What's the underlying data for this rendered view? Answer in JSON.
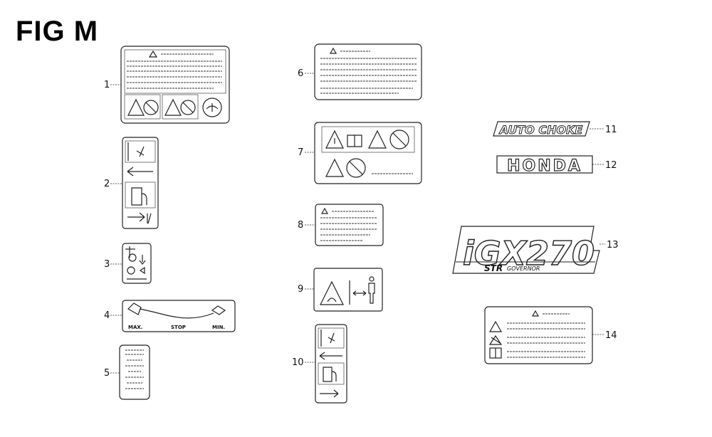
{
  "figure": {
    "title": "FIG M"
  },
  "callouts": [
    "1",
    "2",
    "3",
    "4",
    "5",
    "6",
    "7",
    "8",
    "9",
    "10",
    "11",
    "12",
    "13",
    "14"
  ],
  "decals": {
    "auto_choke": "AUTO CHOKE",
    "brand": "HONDA",
    "model": "iGX270",
    "governor_mark": "STR",
    "governor_text": "GOVERNOR"
  },
  "throttle_label": {
    "max": "MAX.",
    "mid": "STOP",
    "min": "MIN."
  }
}
